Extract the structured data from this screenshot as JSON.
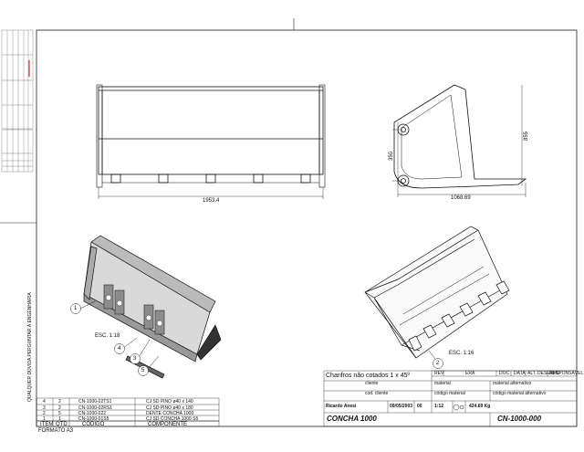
{
  "views": {
    "top_width": "1953.4",
    "side_height_small": "350",
    "side_height_large": "855",
    "side_depth": "1068.69",
    "scale_iso_left": "ESC. 1:18",
    "scale_iso_right": "ESC. 1:16"
  },
  "callouts": [
    "1",
    "2",
    "3",
    "4",
    "5"
  ],
  "side_note": "QUALQUER DÚVIDA PERGUNTAR À ENGENHARIA",
  "chamfer_note": "Chanfros não cotados 1 x 45º",
  "bom": {
    "headers": {
      "item": "ITEM",
      "qty": "QTD",
      "code": "CÓDIGO",
      "component": "COMPONENTE"
    },
    "rows": [
      {
        "item": "4",
        "qty": "2",
        "code": "CN-1000-02TS1",
        "component": "CJ SD PINO ø40 x 140"
      },
      {
        "item": "3",
        "qty": "2",
        "code": "CN-1000-02RS1",
        "component": "CJ SD PINO ø40 x 180"
      },
      {
        "item": "2",
        "qty": "5",
        "code": "CN-1000-022",
        "component": "DENTE CONCHA 1000"
      },
      {
        "item": "1",
        "qty": "1",
        "code": "CN-1000-01S5",
        "component": "CJ SD CONCHA 1000 S5"
      }
    ]
  },
  "format": "FORMATO A3",
  "title_block": {
    "rev_headers": [
      "REV",
      "ERA",
      "DOC",
      "DATA",
      "ALT. DESENHO",
      "RESPONSÁVEL"
    ],
    "field_cliente": "cliente",
    "field_cod_cliente": "cod. cliente",
    "field_material": "material",
    "field_material_alt": "material alternativo",
    "field_cod_material": "código material",
    "field_cod_material_alt": "código material alternativo",
    "drawn_by": "Ricardo Anesi",
    "date": "09/05/2003",
    "revision": "00",
    "scale": "1:12",
    "weight": "424.69 Kg",
    "title": "CONCHA 1000",
    "drawing_number": "CN-1000-000"
  }
}
